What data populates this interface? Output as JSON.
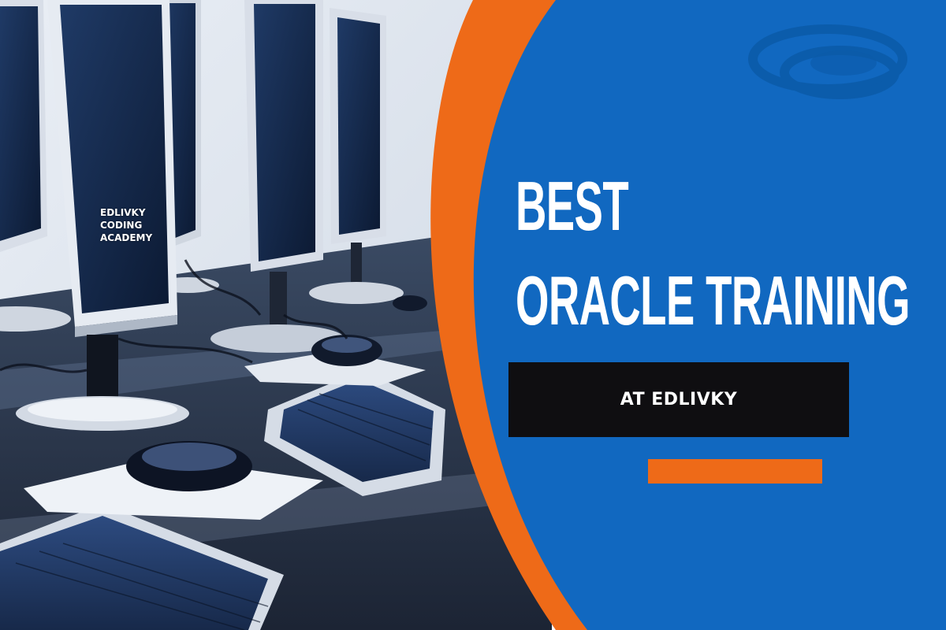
{
  "academy_label": {
    "line1": "EDLIVKY",
    "line2": "CODING",
    "line3": "ACADEMY"
  },
  "headline": {
    "line1": "BEST",
    "line2": "ORACLE TRAINING"
  },
  "banner": {
    "text": "AT EDLIVKY"
  },
  "colors": {
    "panel_blue": "#1168c0",
    "accent_orange": "#ee6a18",
    "bar_black": "#0f0e11"
  },
  "icons": {
    "logo": "database-cylinder-logo"
  }
}
